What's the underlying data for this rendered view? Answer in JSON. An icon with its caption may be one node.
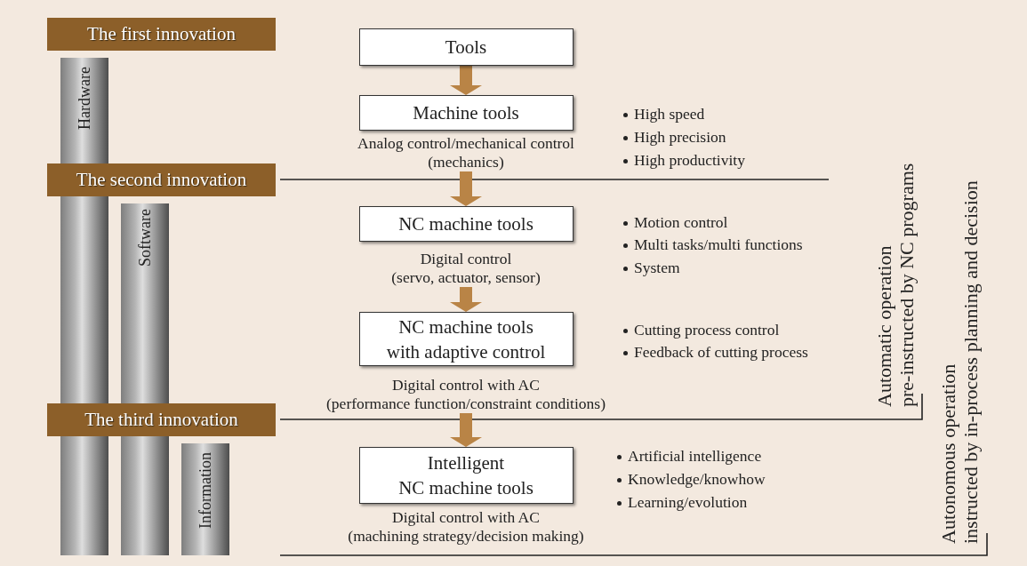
{
  "diagram": {
    "nodes": [
      {
        "text": [
          "The first innovation"
        ]
      },
      {
        "text": [
          "Hardware"
        ]
      },
      {
        "text": [
          "The second innovation"
        ]
      },
      {
        "text": [
          "Software"
        ]
      },
      {
        "text": [
          "The third innovation"
        ]
      },
      {
        "text": [
          "Information"
        ]
      },
      {
        "text": [
          "Tools"
        ]
      },
      {
        "text": [
          "Machine tools"
        ],
        "beside": [
          "Analog control/mechanical control (mechanics)"
        ]
      },
      {
        "text": [
          "NC machine tools"
        ],
        "beside": [
          "Digital control (servo, actuator, sensor)"
        ]
      },
      {
        "text": [
          "NC machine tools with adaptive control"
        ],
        "beside": [
          "Digital control with AC (performance function/constraint conditions)"
        ]
      },
      {
        "text": [
          "Intelligent NC machine tools"
        ],
        "beside": [
          "Digital control with AC (machining strategy/decision making)"
        ]
      }
    ],
    "edges": [
      {
        "from": 6,
        "to": 7,
        "arrow": "to"
      },
      {
        "from": 7,
        "to": 8,
        "arrow": "to"
      },
      {
        "from": 8,
        "to": 9,
        "arrow": "to"
      },
      {
        "from": 9,
        "to": 10,
        "arrow": "to"
      }
    ],
    "labels": [
      "High speed",
      "High precision",
      "High productivity",
      "Motion control",
      "Multi tasks/multi functions",
      "System",
      "Cutting process control",
      "Feedback of cutting process",
      "Artificial intelligence",
      "Knowledge/knowhow",
      "Learning/evolution",
      "Automatic operation pre-instructed by NC programs",
      "Autonomous operation instructed by in-process planning and decision"
    ]
  }
}
